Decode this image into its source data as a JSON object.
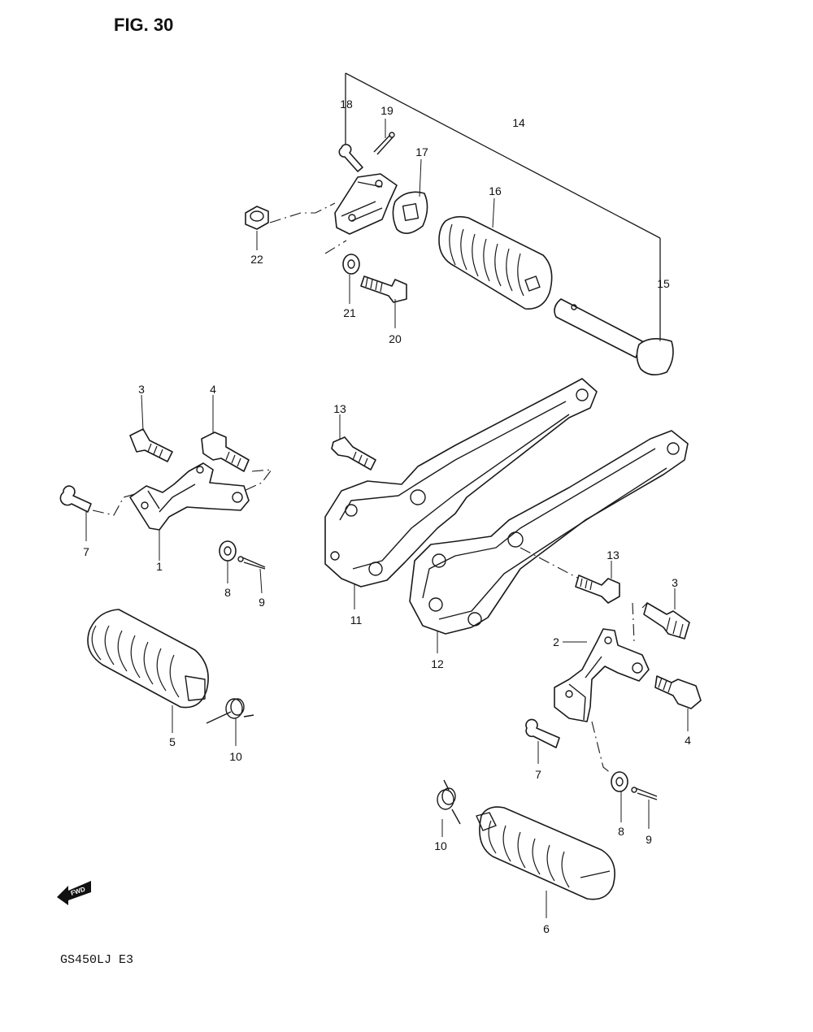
{
  "figure_title": "FIG. 30",
  "model_code": "GS450LJ E3",
  "fwd_label": "FWD",
  "callouts": [
    {
      "id": "c18",
      "text": "18"
    },
    {
      "id": "c19",
      "text": "19"
    },
    {
      "id": "c14",
      "text": "14"
    },
    {
      "id": "c17",
      "text": "17"
    },
    {
      "id": "c16",
      "text": "16"
    },
    {
      "id": "c22",
      "text": "22"
    },
    {
      "id": "c21",
      "text": "21"
    },
    {
      "id": "c20",
      "text": "20"
    },
    {
      "id": "c15",
      "text": "15"
    },
    {
      "id": "c3a",
      "text": "3"
    },
    {
      "id": "c4a",
      "text": "4"
    },
    {
      "id": "c13a",
      "text": "13"
    },
    {
      "id": "c7a",
      "text": "7"
    },
    {
      "id": "c1",
      "text": "1"
    },
    {
      "id": "c8a",
      "text": "8"
    },
    {
      "id": "c9a",
      "text": "9"
    },
    {
      "id": "c11",
      "text": "11"
    },
    {
      "id": "c13b",
      "text": "13"
    },
    {
      "id": "c3b",
      "text": "3"
    },
    {
      "id": "c2",
      "text": "2"
    },
    {
      "id": "c12",
      "text": "12"
    },
    {
      "id": "c5",
      "text": "5"
    },
    {
      "id": "c10a",
      "text": "10"
    },
    {
      "id": "c4b",
      "text": "4"
    },
    {
      "id": "c7b",
      "text": "7"
    },
    {
      "id": "c8b",
      "text": "8"
    },
    {
      "id": "c9b",
      "text": "9"
    },
    {
      "id": "c10b",
      "text": "10"
    },
    {
      "id": "c6",
      "text": "6"
    }
  ]
}
